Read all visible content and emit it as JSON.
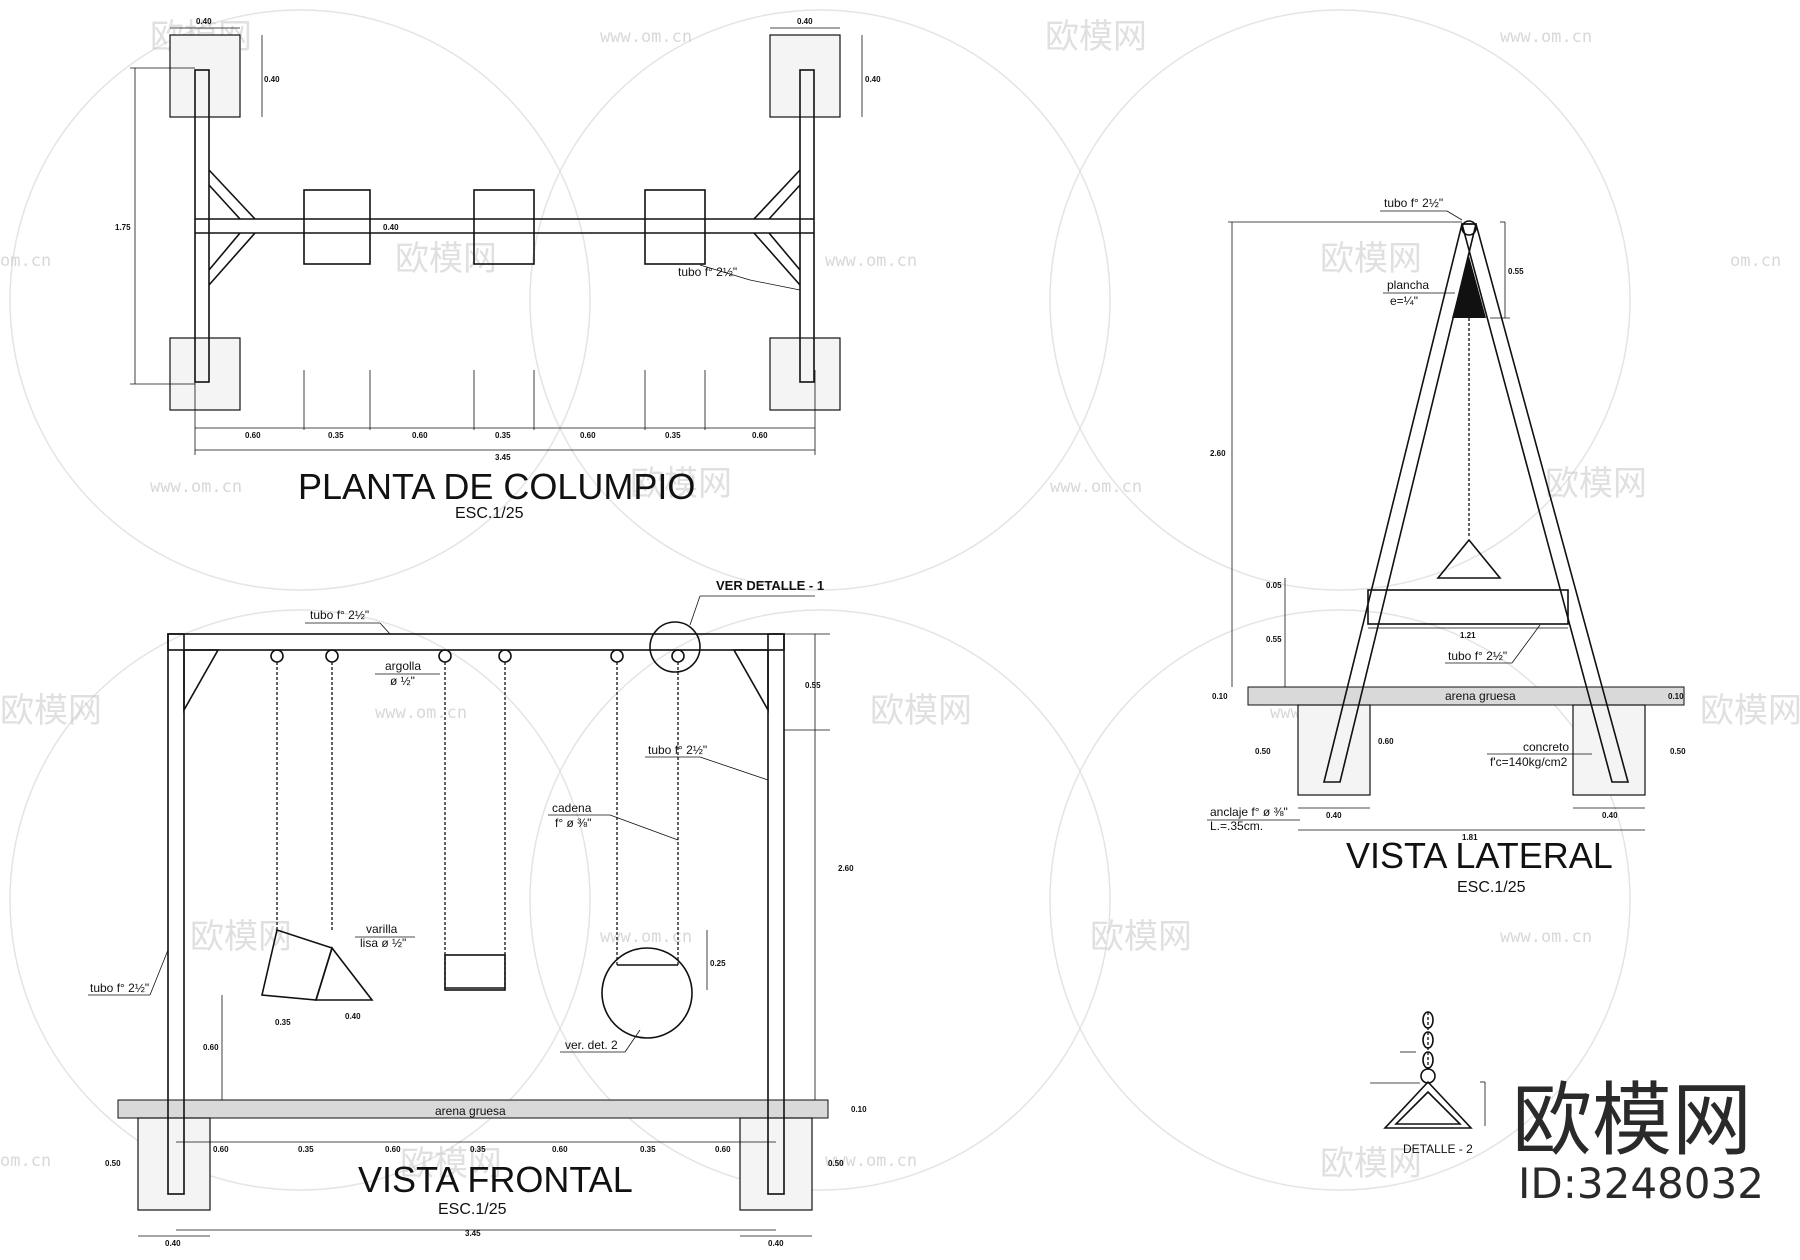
{
  "watermark": {
    "site": "www.om.cn",
    "logo": "欧模网",
    "short": "om.cn"
  },
  "brand": {
    "name": "欧模网",
    "id": "ID:3248032"
  },
  "plan": {
    "title": "PLANTA DE COLUMPIO",
    "scale": "ESC.1/25",
    "tube_label": "tubo f° 2½\"",
    "dims": {
      "footing_w": "0.40",
      "footing_h": "0.40",
      "depth": "1.75",
      "seat": "0.40",
      "spans": [
        "0.60",
        "0.35",
        "0.60",
        "0.35",
        "0.60",
        "0.35",
        "0.60"
      ],
      "total": "3.45"
    }
  },
  "front": {
    "title": "VISTA FRONTAL",
    "scale": "ESC.1/25",
    "detail_callout": "VER DETALLE - 1",
    "labels": {
      "tube_top": "tubo f° 2½\"",
      "ring": "argolla",
      "ring_dia": "ø ½\"",
      "tube_right": "tubo f° 2½\"",
      "chain": "cadena",
      "chain_dia": "f° ø ⅜\"",
      "rod": "varilla",
      "rod_spec": "lisa ø ½\"",
      "tube_left": "tubo f° 2½\"",
      "see_detail": "ver. det. 2",
      "sand": "arena gruesa"
    },
    "dims": {
      "top": "0.55",
      "height": "2.60",
      "seat_w": "0.35",
      "seat_d": "0.40",
      "seat_h": "0.60",
      "seat_r": "0.25",
      "sand": "0.10",
      "footing_d": "0.50",
      "footing_w_l": "0.40",
      "footing_w_r": "0.40",
      "total": "3.45",
      "spans": [
        "0.60",
        "0.35",
        "0.60",
        "0.35",
        "0.60",
        "0.35",
        "0.60"
      ]
    }
  },
  "side": {
    "title": "VISTA LATERAL",
    "scale": "ESC.1/25",
    "labels": {
      "tube_top": "tubo f° 2½\"",
      "plate": "plancha",
      "plate_e": "e=¼\"",
      "tube_mid": "tubo f° 2½\"",
      "sand": "arena gruesa",
      "concrete": "concreto",
      "concrete_spec": "f'c=140kg/cm2",
      "anchor": "anclaje f° ø ⅜\"",
      "anchor_len": "L.=.35cm."
    },
    "dims": {
      "top": "0.55",
      "height": "2.60",
      "seat": "0.05",
      "rail_h": "0.55",
      "sand": "0.10",
      "foot_l": "0.50",
      "foot_embed": "0.60",
      "foot_r": "0.50",
      "rail_w": "1.21",
      "foot_wl": "0.40",
      "foot_wr": "0.40",
      "total": "1.81"
    }
  },
  "detail2": {
    "title": "DETALLE - 2"
  }
}
